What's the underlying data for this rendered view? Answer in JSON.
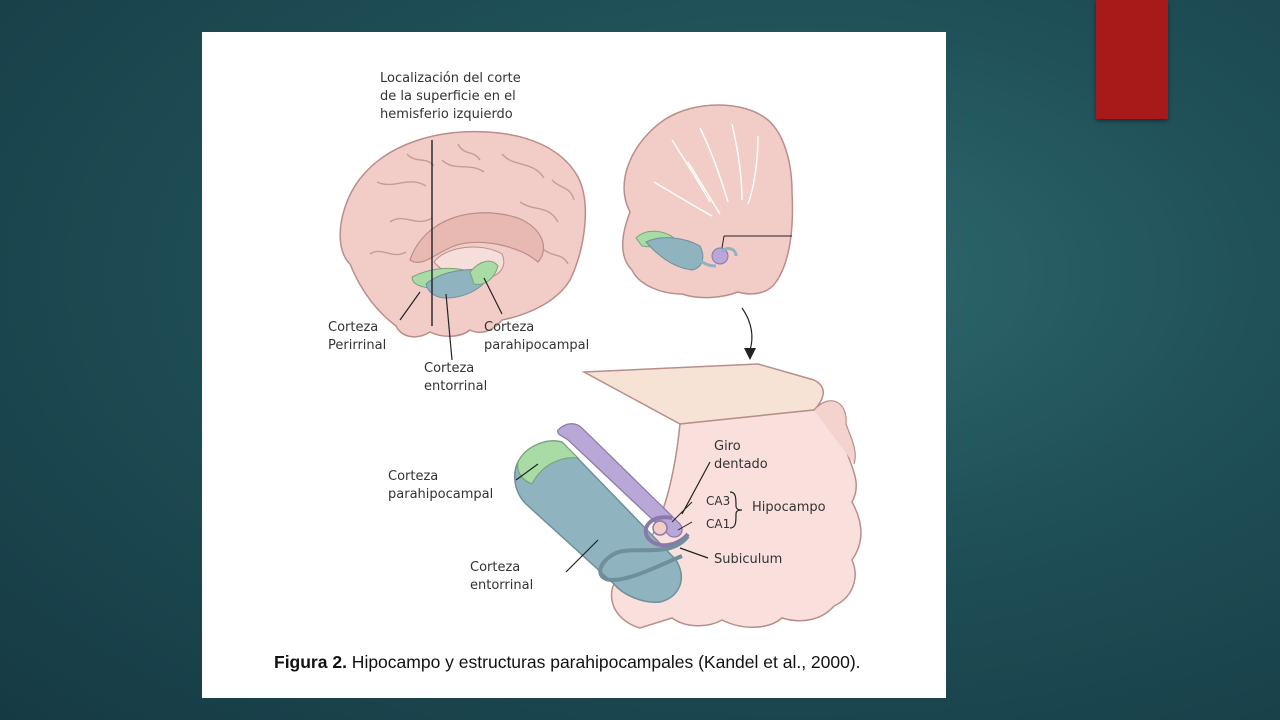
{
  "slide": {
    "accent_color": "#a8191a",
    "background_color": "#1f4f57"
  },
  "figure": {
    "labels": {
      "cut_location": "Localización del corte\nde la superficie en el\nhemisferio izquierdo",
      "perirhinal": "Corteza\nPerirrinal",
      "entorhinal_top": "Corteza\nentorrinal",
      "parahippocampal_top": "Corteza\nparahipocampal",
      "dentate_gyrus": "Giro\ndentado",
      "ca3": "CA3",
      "ca1": "CA1",
      "hippocampus": "Hipocampo",
      "subiculum": "Subiculum",
      "parahippocampal_bottom": "Corteza\nparahipocampal",
      "entorhinal_bottom": "Corteza\nentorrinal"
    },
    "colors": {
      "brain": "#f2cdc8",
      "entorhinal": "#8fb3bf",
      "parahippocampal": "#a8dba5",
      "hippocampus": "#b9a7d8"
    },
    "caption": {
      "label": "Figura 2.",
      "text": " Hipocampo y estructuras parahipocampales (Kandel et al., 2000)."
    }
  }
}
